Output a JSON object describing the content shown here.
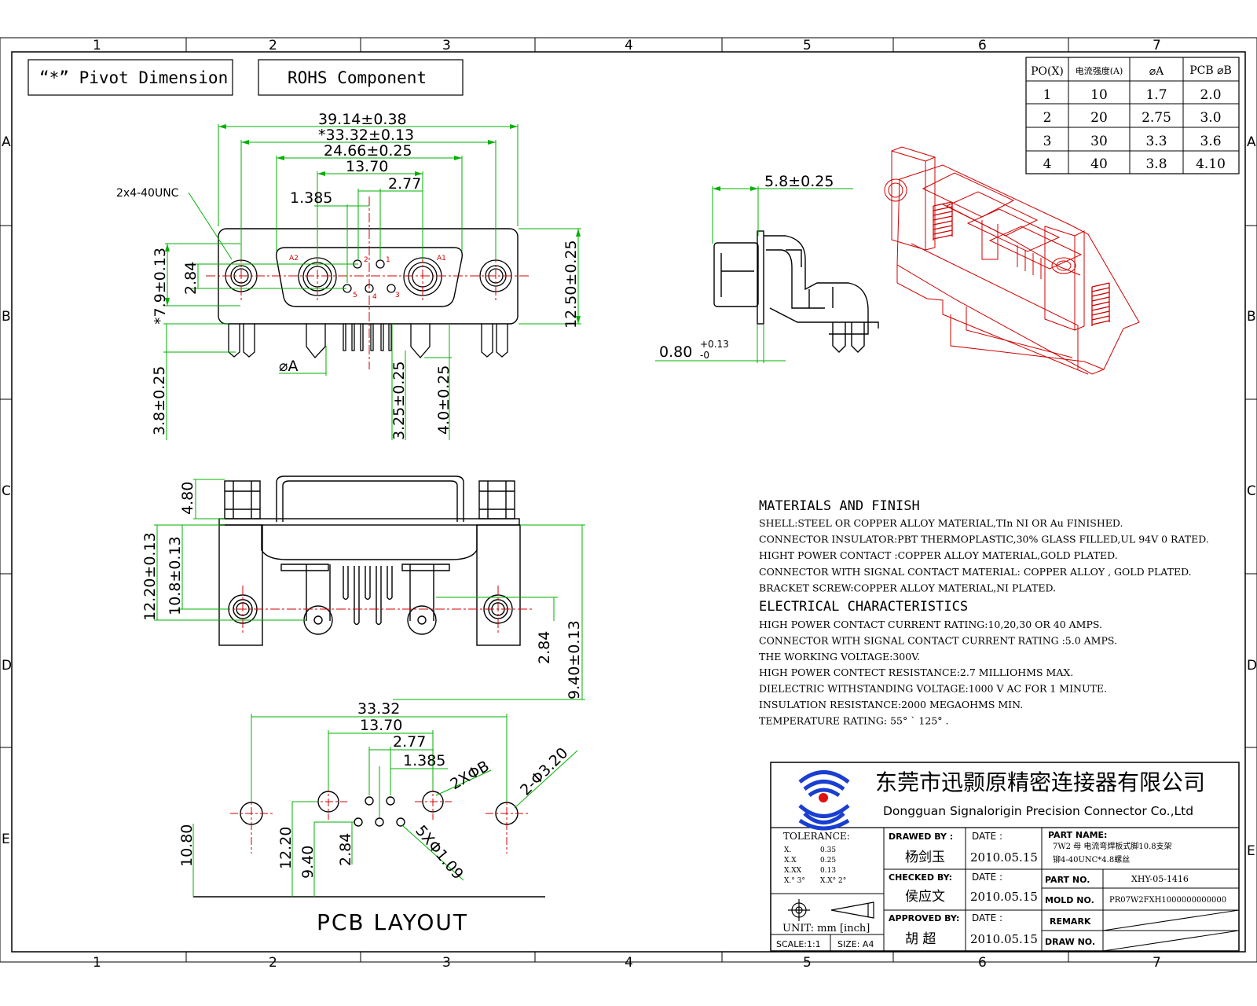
{
  "frame": {
    "col_numbers": [
      "1",
      "2",
      "3",
      "4",
      "5",
      "6",
      "7"
    ],
    "row_letters": [
      "A",
      "B",
      "C",
      "D",
      "E"
    ]
  },
  "tags": {
    "pivot": "“*” Pivot Dimension",
    "rohs": "ROHS Component"
  },
  "current_table": {
    "headers": [
      "PO(X)",
      "电流强度(A)",
      "⌀A",
      "PCB ⌀B"
    ],
    "rows": [
      [
        "1",
        "10",
        "1.7",
        "2.0"
      ],
      [
        "2",
        "20",
        "2.75",
        "3.0"
      ],
      [
        "3",
        "30",
        "3.3",
        "3.6"
      ],
      [
        "4",
        "40",
        "3.8",
        "4.10"
      ]
    ]
  },
  "front_view": {
    "dims": {
      "d1": "39.14±0.38",
      "d2": "*33.32±0.13",
      "d3": "24.66±0.25",
      "d4": "13.70",
      "d5": "2.77",
      "d6": "1.385",
      "thread": "2x4-40UNC",
      "h1": "*7.9±0.13",
      "h2": "2.84",
      "h3": "12.50±0.25",
      "l1": "3.8±0.25",
      "l2": "3.25±0.25",
      "l3": "4.0±0.25",
      "phi_a": "⌀A"
    },
    "pin_labels": [
      "A2",
      "2",
      "1",
      "A1",
      "5",
      "4",
      "3"
    ]
  },
  "side_view": {
    "dims": {
      "w": "5.8±0.25",
      "t": "0.80",
      "t_tol_up": "+0.13",
      "t_tol_dn": "-0"
    }
  },
  "bottom_view": {
    "dims": {
      "a": "4.80",
      "b": "12.20±0.13",
      "c": "10.8±0.13",
      "d": "2.84",
      "e": "9.40±0.13"
    }
  },
  "pcb_layout": {
    "title": "PCB LAYOUT",
    "dims": {
      "w1": "33.32",
      "w2": "13.70",
      "w3": "2.77",
      "w4": "1.385",
      "holeB": "2XΦB",
      "mount": "2-Φ3.20",
      "pins": "5XΦ1.09",
      "v1": "10.80",
      "v2": "12.20",
      "v3": "9.40",
      "v4": "2.84"
    }
  },
  "materials": {
    "heading": "MATERIALS AND  FINISH",
    "lines": [
      "SHELL:STEEL OR COPPER ALLOY MATERIAL,TIn NI OR Au FINISHED.",
      "CONNECTOR INSULATOR:PBT THERMOPLASTIC,30% GLASS FILLED,UL 94V 0 RATED.",
      "HIGHT POWER CONTACT :COPPER ALLOY MATERIAL,GOLD PLATED.",
      "CONNECTOR WITH SIGNAL CONTACT MATERIAL: COPPER ALLOY , GOLD PLATED.",
      "BRACKET SCREW:COPPER ALLOY MATERIAL,NI PLATED."
    ]
  },
  "electrical": {
    "heading": "ELECTRICAL CHARACTERISTICS",
    "lines": [
      "HIGH POWER CONTACT CURRENT RATING:10,20,30 OR 40 AMPS.",
      "CONNECTOR WITH SIGNAL CONTACT CURRENT RATING :5.0 AMPS.",
      "THE WORKING VOLTAGE:300V.",
      "HIGH POWER CONTECT RESISTANCE:2.7 MILLIOHMS MAX.",
      "DIELECTRIC WITHSTANDING VOLTAGE:1000 V AC FOR 1 MINUTE.",
      "INSULATION RESISTANCE:2000 MEGAOHMS MIN.",
      "TEMPERATURE RATING: 55° ` 125° ."
    ]
  },
  "title_block": {
    "company_cn": "东莞市迅颢原精密连接器有限公司",
    "company_en": "Dongguan Signalorigin Precision Connector Co.,Ltd",
    "tolerance_label": "TOLERANCE:",
    "tolerances": [
      [
        "X.",
        "0.35"
      ],
      [
        "X.X",
        "0.25"
      ],
      [
        "X.XX",
        "0.13"
      ],
      [
        "X.°  3°",
        "X.X°  2°"
      ]
    ],
    "unit": "UNIT: mm [inch]",
    "scale": "SCALE:1:1",
    "size": "SIZE: A4",
    "drawn_by_label": "DRAWED BY :",
    "drawn_by": "杨剑玉",
    "checked_by_label": "CHECKED BY:",
    "checked_by": "侯应文",
    "approved_by_label": "APPROVED BY:",
    "approved_by": "胡  超",
    "date_label": "DATE :",
    "date1": "2010.05.15",
    "date2": "2010.05.15",
    "date3": "2010.05.15",
    "part_name_label": "PART NAME:",
    "part_name_1": "7W2 母 电流弯焊板式脚10.8支架",
    "part_name_2": "铆4-40UNC*4.8螺丝",
    "part_no_label": "PART NO.",
    "part_no": "XHY-05-1416",
    "mold_no_label": "MOLD NO.",
    "mold_no": "PR07W2FXH1000000000000",
    "remark_label": "REMARK",
    "draw_no_label": "DRAW NO."
  },
  "colors": {
    "dimension": "#00b000",
    "iso_view": "#d00000",
    "logo": "#1a3fd0",
    "logo_dot": "#e01010"
  }
}
